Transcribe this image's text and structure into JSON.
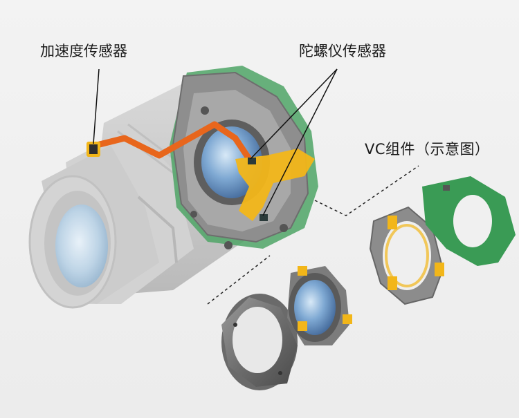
{
  "labels": {
    "accelerometer": "加速度传感器",
    "gyroscope": "陀螺仪传感器",
    "vc_unit": "VC组件（示意图）"
  },
  "icons": [
    "lens-barrel-icon",
    "accelerometer-chip-icon",
    "gyro-chip-icon",
    "flex-cable-icon",
    "pcb-board-icon",
    "magnet-ring-icon",
    "lens-element-icon",
    "base-ring-icon"
  ],
  "colors": {
    "flex_cable_orange": "#e8661c",
    "flex_cable_yellow": "#f2b619",
    "pcb_green": "#3a9b55",
    "lens_blue": "#6e98c9",
    "chip_dark": "#2e2e2e"
  }
}
